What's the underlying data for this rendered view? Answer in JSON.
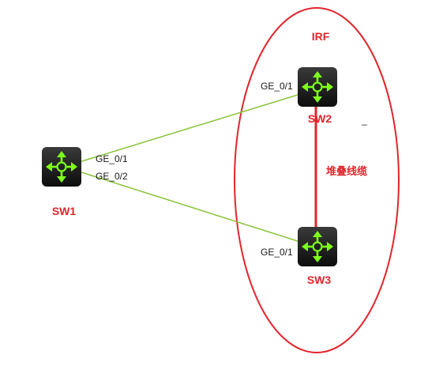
{
  "colors": {
    "link_green": "#8cc63f",
    "irf_red": "#e1252c",
    "switch_body": "#1a1a1a",
    "switch_glyph": "#7dff1a",
    "text_dark": "#1a1a1a"
  },
  "irf": {
    "label": "IRF",
    "stack_cable_label": "堆叠线缆"
  },
  "devices": {
    "sw1": {
      "label": "SW1",
      "icon": "layer3-switch-icon"
    },
    "sw2": {
      "label": "SW2",
      "icon": "layer3-switch-icon"
    },
    "sw3": {
      "label": "SW3",
      "icon": "layer3-switch-icon"
    }
  },
  "ports": {
    "sw1_ge01": "GE_0/1",
    "sw1_ge02": "GE_0/2",
    "sw2_ge01": "GE_0/1",
    "sw3_ge01": "GE_0/1"
  },
  "stray_mark": "_"
}
